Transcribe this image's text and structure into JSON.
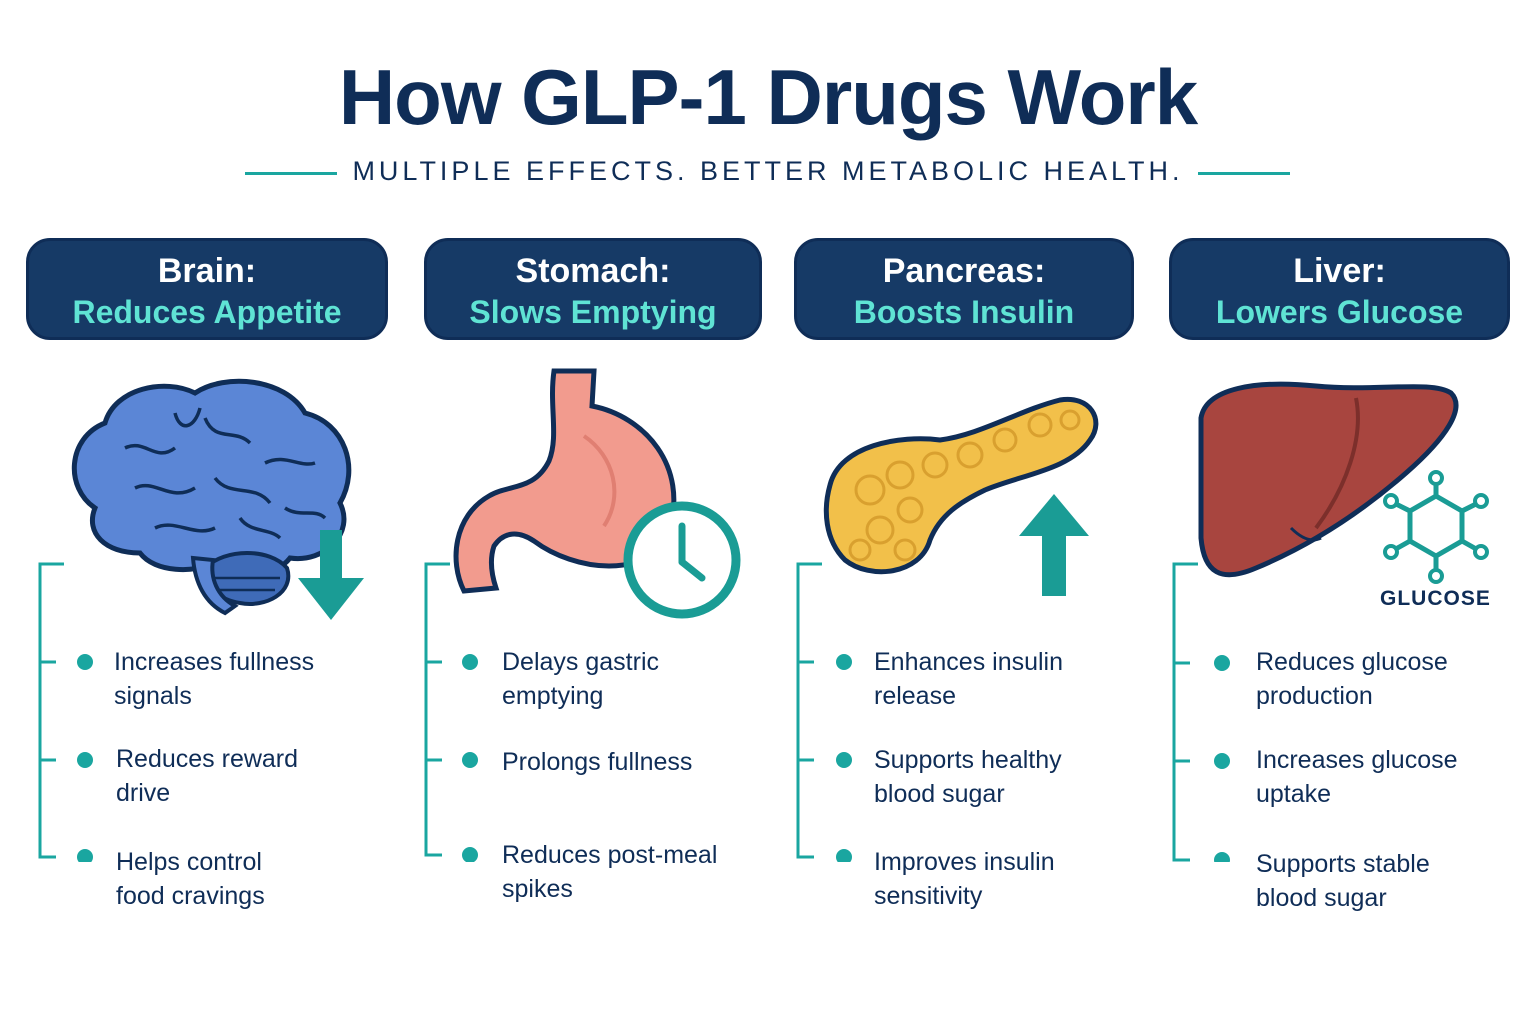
{
  "title": "How GLP-1 Drugs Work",
  "subtitle": "MULTIPLE EFFECTS. BETTER METABOLIC HEALTH.",
  "colors": {
    "navy": "#0f2d57",
    "header_bg": "#163a66",
    "teal": "#1aa6a0",
    "teal_light": "#5fe3d4",
    "brain": "#5b86d6",
    "stomach": "#f29b8e",
    "pancreas": "#f2c04a",
    "liver": "#a8453f"
  },
  "columns": [
    {
      "organ": "Brain:",
      "effect": "Reduces Appetite",
      "icon": "brain-icon",
      "indicator": "down-arrow-icon",
      "bullets": [
        {
          "line1": "Increases fullness",
          "line2": "signals"
        },
        {
          "line1": "Reduces reward",
          "line2": "drive"
        },
        {
          "line1": "Helps control",
          "line2": "food cravings"
        }
      ]
    },
    {
      "organ": "Stomach:",
      "effect": "Slows Emptying",
      "icon": "stomach-icon",
      "indicator": "clock-icon",
      "bullets": [
        {
          "line1": "Delays gastric",
          "line2": "emptying"
        },
        {
          "line1": "Prolongs fullness",
          "line2": ""
        },
        {
          "line1": "Reduces post-meal",
          "line2": "spikes"
        }
      ]
    },
    {
      "organ": "Pancreas:",
      "effect": "Boosts Insulin",
      "icon": "pancreas-icon",
      "indicator": "up-arrow-icon",
      "bullets": [
        {
          "line1": "Enhances insulin",
          "line2": "release"
        },
        {
          "line1": "Supports healthy",
          "line2": "blood sugar"
        },
        {
          "line1": "Improves insulin",
          "line2": "sensitivity"
        }
      ]
    },
    {
      "organ": "Liver:",
      "effect": "Lowers Glucose",
      "icon": "liver-icon",
      "indicator": "glucose-molecule-icon",
      "indicator_label": "GLUCOSE",
      "bullets": [
        {
          "line1": "Reduces glucose",
          "line2": "production"
        },
        {
          "line1": "Increases glucose",
          "line2": "uptake"
        },
        {
          "line1": "Supports stable",
          "line2": "blood sugar"
        }
      ]
    }
  ]
}
